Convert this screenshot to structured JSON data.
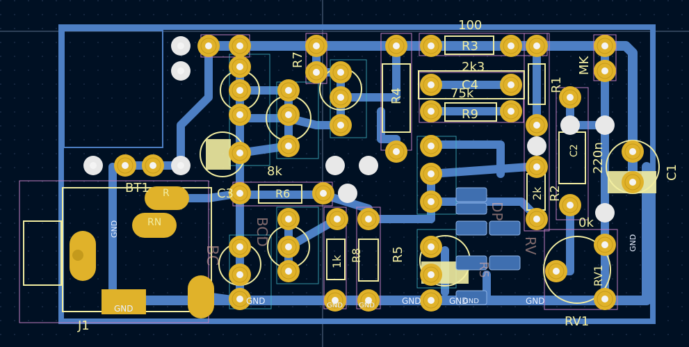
{
  "board": {
    "refs": {
      "bt1": "BT1",
      "j1": "J1",
      "r": "R",
      "rn": "RN",
      "c1": "C1",
      "c2": "C2",
      "c3": "C3",
      "c4": "C4",
      "r1": "R1",
      "r2": "R2",
      "r3": "R3",
      "r4": "R4",
      "r5": "R5",
      "r6": "R6",
      "r7": "R7",
      "r8": "R8",
      "r9": "R9",
      "rv1_top": "RV1",
      "rv1_bottom": "RV1",
      "mk": "MK"
    },
    "values": {
      "r3_value": "100",
      "r9_value": "75k",
      "r3_alt": "2k3",
      "c2_value": "220n",
      "r2_value": "2k",
      "r6_value": "8k",
      "r_1k": "1k",
      "rv_10k": "0k"
    },
    "nets": {
      "gnd": "GND",
      "gnd2": "GND",
      "gnd3": "GND",
      "gnd4": "GND",
      "gnd5": "GND",
      "gnd6": "GND",
      "gnd7": "GND",
      "gnd8": "GND",
      "gnd9": "GND",
      "gnd10": "GND"
    },
    "back_labels": {
      "bc": "BC",
      "bcd": "BCD",
      "rv": "RV",
      "dp": "DP",
      "r5": "R5"
    }
  },
  "colors": {
    "background": "#001023",
    "copper": "#4d7fc4",
    "pad": "#e0b22a",
    "silkscreen": "#f2eda1",
    "fab": "#c07ec0",
    "courtyard": "#42b8c8"
  }
}
